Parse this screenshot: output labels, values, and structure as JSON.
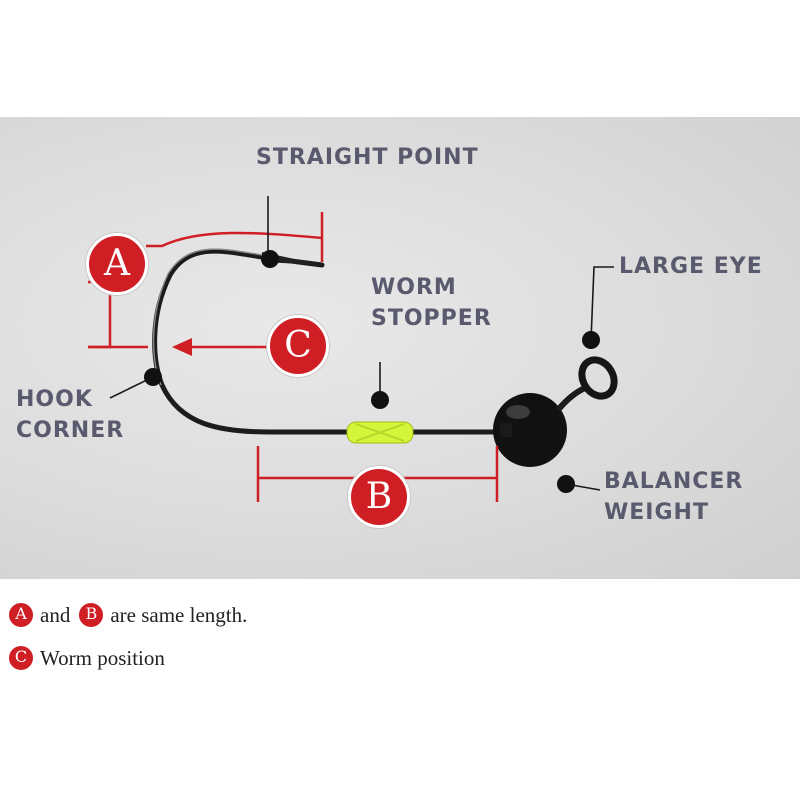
{
  "labels": {
    "straight_point": "STRAIGHT POINT",
    "worm_stopper": "WORM\nSTOPPER",
    "large_eye": "LARGE EYE",
    "hook_corner": "HOOK\nCORNER",
    "balancer_weight": "BALANCER\nWEIGHT"
  },
  "badges": {
    "a": "A",
    "b": "B",
    "c": "C"
  },
  "legend": {
    "line1_a": "A",
    "line1_and": "and",
    "line1_b": "B",
    "line1_text": "are same length.",
    "line2_c": "C",
    "line2_text": "Worm position"
  },
  "colors": {
    "badge_red": "#d01e25",
    "label_gray": "#5a5a6e",
    "stopper_green": "#d4f53a",
    "background_gray": "#dcdcdc"
  }
}
